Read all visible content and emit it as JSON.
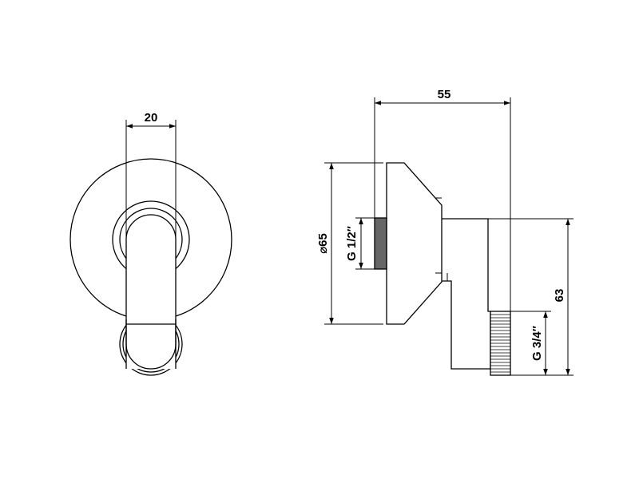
{
  "dimensions": {
    "front_width": "20",
    "depth": "55",
    "diameter": "⌀65",
    "inlet_thread": "G 1/2″",
    "outlet_thread": "G 3/4″",
    "height": "63"
  }
}
